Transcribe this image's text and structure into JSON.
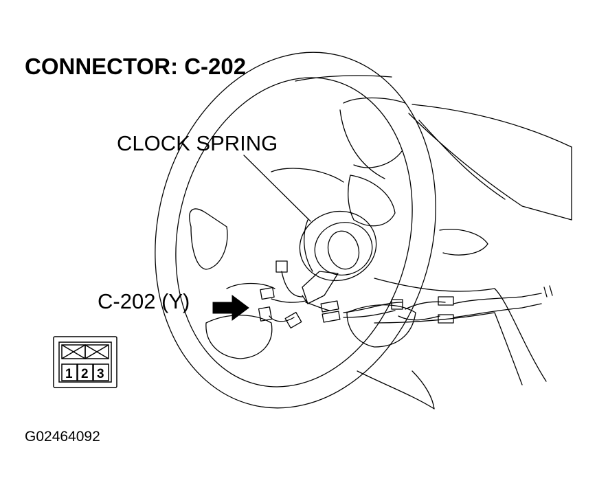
{
  "title": "CONNECTOR: C-202",
  "labels": {
    "clock_spring": "CLOCK SPRING",
    "connector": "C-202 (Y)"
  },
  "connector_face": {
    "pins": [
      "1",
      "2",
      "3"
    ],
    "blank_cavities": 2
  },
  "figure_id": "G02464092",
  "colors": {
    "line": "#000000",
    "background": "#ffffff"
  }
}
